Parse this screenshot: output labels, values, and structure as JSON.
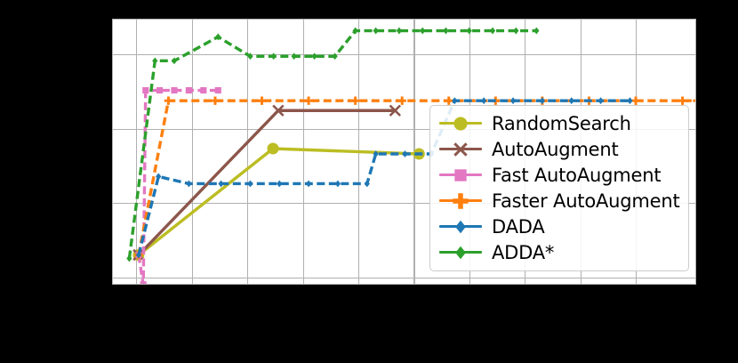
{
  "figure": {
    "background_color": "#000000",
    "plot_background_color": "#ffffff",
    "grid_color": "#b0b0b0",
    "axis_label_color": "#000000"
  },
  "legend": {
    "position": "center-right",
    "entries": [
      {
        "label": "RandomSearch",
        "color": "#bcbd22",
        "marker": "circle"
      },
      {
        "label": "AutoAugment",
        "color": "#8c564b",
        "marker": "x"
      },
      {
        "label": "Fast AutoAugment",
        "color": "#e377c2",
        "marker": "square"
      },
      {
        "label": "Faster AutoAugment",
        "color": "#ff7f0e",
        "marker": "plus"
      },
      {
        "label": "DADA",
        "color": "#1f77b4",
        "marker": "diamond"
      },
      {
        "label": "ADDA*",
        "color": "#2ca02c",
        "marker": "diamond"
      }
    ]
  },
  "chart_data": {
    "type": "line",
    "title": "",
    "xlabel": "",
    "ylabel": "",
    "xticklabels": [],
    "yticklabels": [],
    "grid": true,
    "legend_position": "center right",
    "xlim": [
      0,
      10
    ],
    "ylim": [
      0,
      10
    ],
    "note": "Axis tick labels are rendered black-on-black in the source image and are not legible; values below are read off pixel positions in normalized plot coordinates (x: 0 at left spine to 10 at right spine, y: 0 at bottom spine to 10 at top spine).",
    "series": [
      {
        "name": "RandomSearch",
        "color": "#bcbd22",
        "marker": "circle",
        "linestyle": "solid",
        "x": [
          0.44,
          2.74,
          5.24
        ],
        "y": [
          1.15,
          5.15,
          4.95
        ]
      },
      {
        "name": "AutoAugment",
        "color": "#8c564b",
        "marker": "x",
        "linestyle": "solid",
        "x": [
          0.44,
          2.83,
          4.83
        ],
        "y": [
          1.15,
          6.58,
          6.58
        ]
      },
      {
        "name": "Fast AutoAugment",
        "color": "#e377c2",
        "marker": "square",
        "linestyle": "dashed",
        "x": [
          0.44,
          0.52,
          0.56,
          0.8,
          1.05,
          1.3,
          1.55,
          1.8
        ],
        "y": [
          1.15,
          0.04,
          7.34,
          7.34,
          7.34,
          7.34,
          7.34,
          7.34
        ]
      },
      {
        "name": "Faster AutoAugment",
        "color": "#ff7f0e",
        "marker": "plus",
        "linestyle": "dashed",
        "x": [
          0.44,
          0.95,
          1.75,
          2.55,
          3.35,
          4.15,
          4.95,
          5.75,
          6.55,
          7.35,
          8.15,
          8.95,
          9.75,
          10.0
        ],
        "y": [
          1.15,
          6.95,
          6.95,
          6.95,
          6.95,
          6.95,
          6.95,
          6.95,
          6.95,
          6.95,
          6.95,
          6.95,
          6.95,
          6.95
        ]
      },
      {
        "name": "DADA",
        "color": "#1f77b4",
        "marker": "diamond",
        "linestyle": "dashed",
        "x": [
          0.44,
          0.78,
          1.3,
          1.85,
          2.35,
          2.85,
          3.35,
          3.85,
          4.35,
          4.5,
          5.0,
          5.45,
          5.85,
          6.35,
          6.85,
          7.35,
          7.85,
          8.35,
          8.85
        ],
        "y": [
          1.15,
          4.1,
          3.83,
          3.83,
          3.83,
          3.83,
          3.83,
          3.83,
          3.83,
          4.95,
          4.95,
          4.95,
          6.95,
          6.95,
          6.95,
          6.95,
          6.95,
          6.95,
          6.95
        ]
      },
      {
        "name": "ADDA*",
        "color": "#2ca02c",
        "marker": "diamond",
        "linestyle": "dashed",
        "x": [
          0.28,
          0.72,
          1.05,
          1.8,
          2.35,
          2.75,
          3.1,
          3.45,
          3.8,
          4.15,
          4.5,
          4.9,
          5.3,
          5.7,
          6.1,
          6.5,
          6.9,
          7.25
        ],
        "y": [
          1.02,
          8.45,
          8.45,
          9.35,
          8.62,
          8.62,
          8.62,
          8.62,
          8.62,
          9.58,
          9.58,
          9.58,
          9.58,
          9.58,
          9.58,
          9.58,
          9.58,
          9.58
        ]
      }
    ],
    "gridlines": {
      "vertical_x": [
        0.4,
        1.35,
        2.3,
        3.25,
        4.2,
        5.15,
        6.1,
        7.05,
        8.0,
        8.95
      ],
      "horizontal_y": [
        8.7,
        5.9,
        3.1,
        0.3
      ]
    }
  }
}
